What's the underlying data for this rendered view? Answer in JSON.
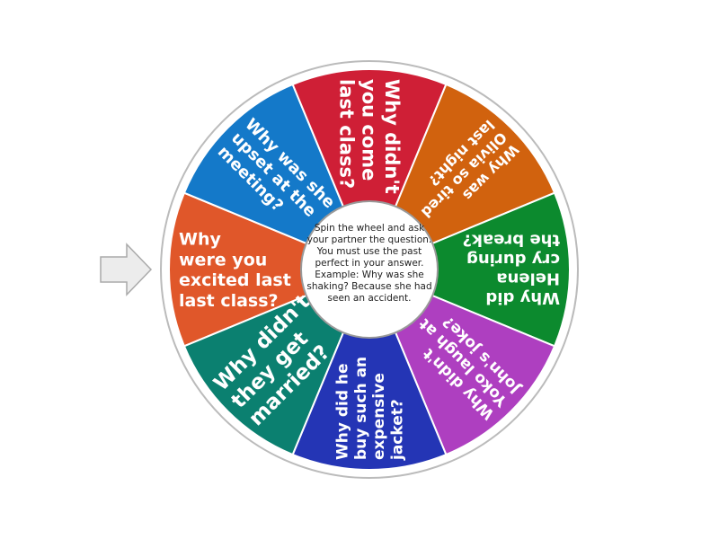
{
  "wheel": {
    "instructions": "Spin the wheel and ask your partner the question. You must use the past perfect in your answer. Example: Why was she shaking? Because she had seen an accident.",
    "segments": [
      {
        "lines": [
          "Why",
          "were you",
          "excited last",
          "last class?"
        ],
        "color": "#e0572a"
      },
      {
        "lines": [
          "Why was she",
          "upset at the",
          "meeting?"
        ],
        "color": "#1479c9"
      },
      {
        "lines": [
          "Why didn't",
          "you come",
          "last class?"
        ],
        "color": "#cf1f36"
      },
      {
        "lines": [
          "Why was",
          "Olivia so tired",
          "last night?"
        ],
        "color": "#d1620e"
      },
      {
        "lines": [
          "Why did",
          "Helena",
          "cry during",
          "the break?"
        ],
        "color": "#0c8a2e"
      },
      {
        "lines": [
          "Why didn't",
          "Yoko laugh at",
          "John's joke?"
        ],
        "color": "#ae3fc0"
      },
      {
        "lines": [
          "Why did he",
          "buy such an",
          "expensive",
          "jacket?"
        ],
        "color": "#2435b5"
      },
      {
        "lines": [
          "Why didn't",
          "they get",
          "married?"
        ],
        "color": "#0b8070"
      }
    ]
  },
  "pointer": {
    "icon": "arrow-right-icon"
  }
}
